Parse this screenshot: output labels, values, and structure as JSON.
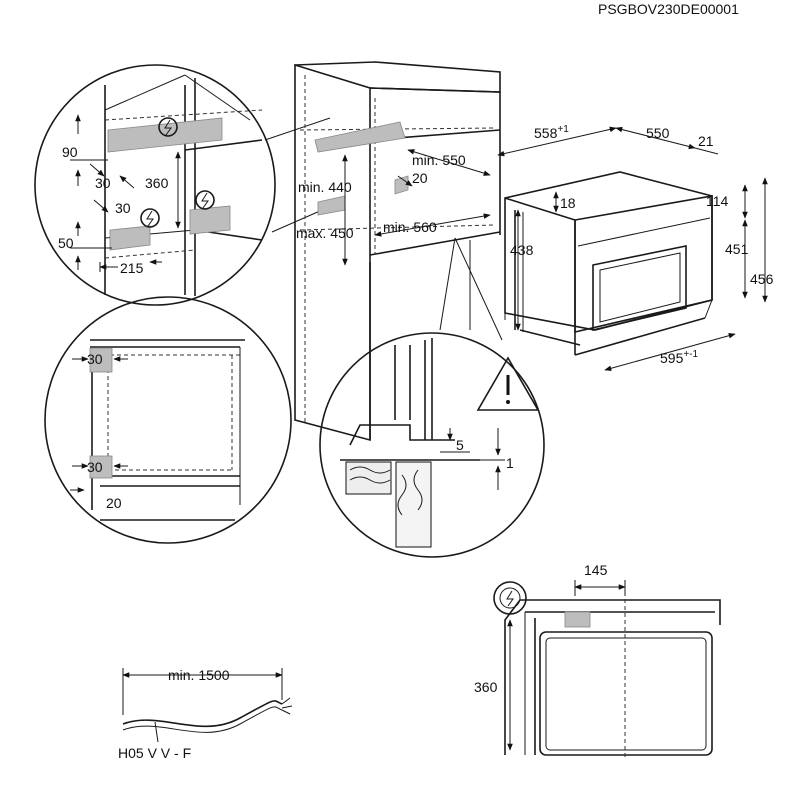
{
  "doc_code": "PSGBOV230DE00001",
  "detail_top": {
    "d90": "90",
    "d30a": "30",
    "d360": "360",
    "d30b": "30",
    "d50": "50",
    "d215": "215",
    "power_symbol": "power-symbol"
  },
  "niche": {
    "min550": "min. 550",
    "d20": "20",
    "min440": "min. 440",
    "max450": "max. 450",
    "min560": "min. 560"
  },
  "oven": {
    "d558": "558",
    "d558_tol": "+1",
    "d550": "550",
    "d21": "21",
    "d18": "18",
    "d114": "114",
    "d438": "438",
    "d451": "451",
    "d456": "456",
    "d595": "595",
    "d595_tol": "+-1"
  },
  "detail_mid": {
    "d30a": "30",
    "d30b": "30",
    "d20": "20"
  },
  "detail_zoom": {
    "d5": "5",
    "d1": "1",
    "warning_symbol": "warning-triangle"
  },
  "cable": {
    "min1500": "min. 1500",
    "type": "H05 V V - F"
  },
  "side_view": {
    "d145": "145",
    "d360": "360"
  }
}
